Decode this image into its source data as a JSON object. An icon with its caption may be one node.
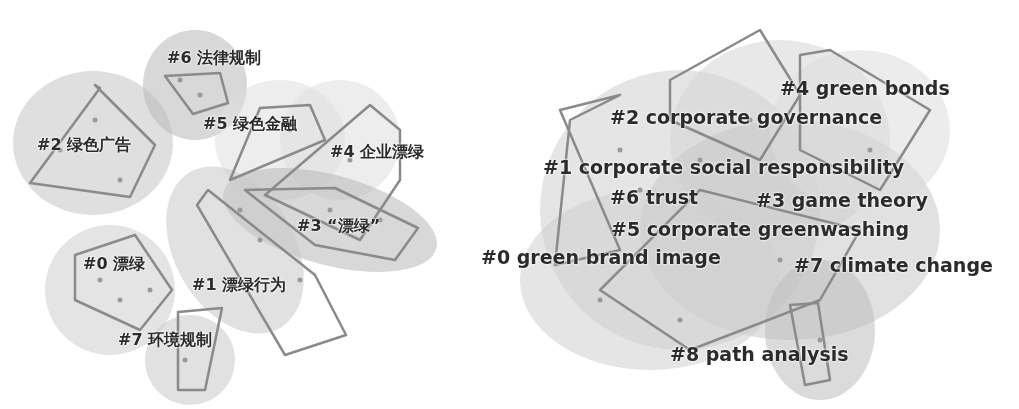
{
  "diagram": {
    "labels": [
      "#6 法律规制",
      "#5 绿色金融",
      "#2 绿色广告",
      "#4 企业漂绿",
      "#3 “漂绿”",
      "#1 漂绿行为",
      "#0 漂绿",
      "#7 环境规制",
      "#4 green bonds",
      "#2 corporate governance",
      "#1 corporate social responsibility",
      "#6 trust",
      "#3 game theory",
      "#5 corporate greenwashing",
      "#0 green brand image",
      "#7 climate change",
      "#8 path analysis"
    ]
  }
}
